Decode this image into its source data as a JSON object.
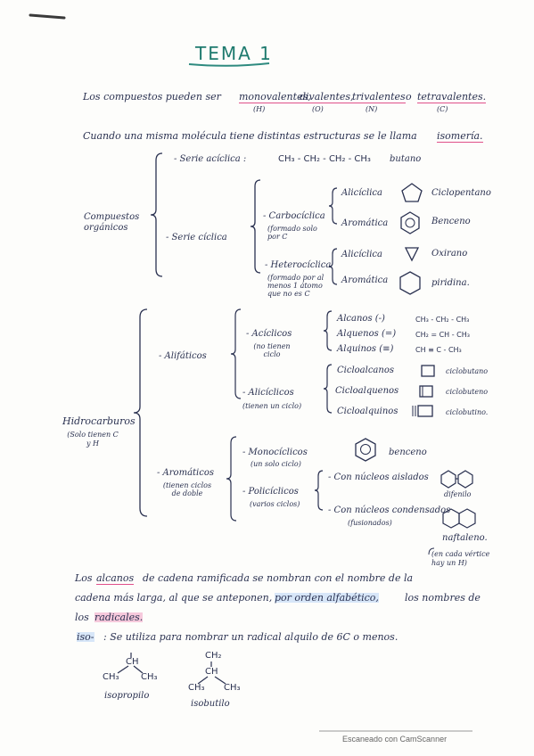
{
  "title": "TEMA 1",
  "intro": {
    "text": "Los compuestos pueden ser",
    "types": [
      {
        "word": "monovalentes,",
        "sub": "(H)"
      },
      {
        "word": "divalentes,",
        "sub": "(O)"
      },
      {
        "word": "trivalentes",
        "sub": "(N)"
      },
      {
        "word": "o",
        "sub": ""
      },
      {
        "word": "tetravalentes.",
        "sub": "(C)"
      }
    ]
  },
  "isomeria": {
    "text": "Cuando una misma molécula tiene distintas estructuras se le llama",
    "term": "isomería."
  },
  "organicos": {
    "label": "Compuestos orgánicos",
    "aciclica": {
      "label": "- Serie acíclica :",
      "formula": "CH₃ - CH₂ - CH₂ - CH₃",
      "name": "butano"
    },
    "ciclica": {
      "label": "- Serie cíclica",
      "carbociclica": {
        "label": "- Carbocíclica",
        "note": "(formado solo por C"
      },
      "heterociclica": {
        "label": "- Heterocíclica",
        "note": "(formado por al menos 1 átomo que no es C"
      },
      "items": [
        {
          "type": "Alicíclica",
          "example": "Ciclopentano"
        },
        {
          "type": "Aromática",
          "example": "Benceno"
        },
        {
          "type": "Alicíclica",
          "example": "Oxirano"
        },
        {
          "type": "Aromática",
          "example": "piridina."
        }
      ]
    }
  },
  "hidrocarburos": {
    "label": "Hidrocarburos",
    "note": "(Solo tienen C y H",
    "alifaticos": {
      "label": "- Alifáticos",
      "aciclicos": {
        "label": "- Acíclicos",
        "note": "(no tienen ciclo"
      },
      "aliciclicos": {
        "label": "- Alicíclicos",
        "note": "(tienen un ciclo)"
      },
      "acyclic_items": [
        {
          "name": "Alcanos (-)",
          "formula": "CH₃ - CH₂ - CH₃"
        },
        {
          "name": "Alquenos (=)",
          "formula": "CH₂ = CH - CH₃"
        },
        {
          "name": "Alquinos (≡)",
          "formula": "CH ≡ C - CH₃"
        }
      ],
      "cyclic_items": [
        {
          "name": "Cicloalcanos",
          "example": "ciclobutano"
        },
        {
          "name": "Cicloalquenos",
          "example": "ciclobuteno"
        },
        {
          "name": "Cicloalquinos",
          "example": "ciclobutino."
        }
      ]
    },
    "aromaticos": {
      "label": "- Aromáticos",
      "note": "(tienen ciclos de doble",
      "monociclicos": {
        "label": "- Monocíclicos",
        "note": "(un solo ciclo)",
        "example": "benceno"
      },
      "policiclicos": {
        "label": "- Policíclicos",
        "note": "(varios ciclos)"
      },
      "aislados": {
        "label": "- Con núcleos aislados",
        "example": "difenilo"
      },
      "condensados": {
        "label": "- Con núcleos condensados",
        "note": "(fusionados)",
        "example": "naftaleno."
      },
      "vertex_note": "(en cada vértice hay un H)"
    }
  },
  "alcanos": {
    "p1": "Los",
    "term": "alcanos",
    "p2": "de cadena ramificada se nombran con el nombre de la",
    "p3": "cadena más larga, al que se anteponen,",
    "orden": "por orden alfabético,",
    "p4": "los nombres de",
    "p5": "los",
    "radicales": "radicales."
  },
  "iso": {
    "term": "iso-",
    "text": ": Se utiliza para nombrar un radical alquilo de 6C o menos.",
    "isopropilo": {
      "ch": "CH",
      "left": "CH₃",
      "right": "CH₃",
      "name": "isopropilo"
    },
    "isobutilo": {
      "top": "CH₂",
      "ch": "CH",
      "left": "CH₃",
      "right": "CH₃",
      "name": "isobutilo"
    }
  },
  "footer": "Escaneado con CamScanner"
}
